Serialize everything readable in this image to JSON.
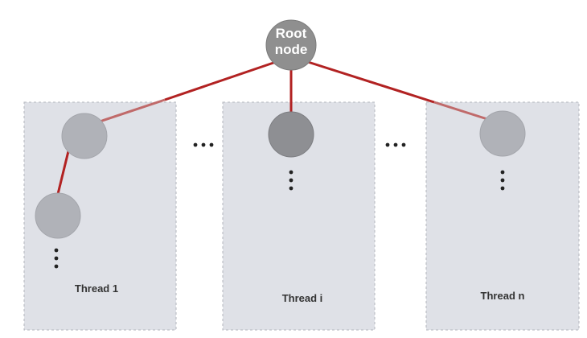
{
  "root": {
    "label_line1": "Root",
    "label_line2": "node"
  },
  "threads": [
    {
      "label": "Thread 1"
    },
    {
      "label": "Thread i"
    },
    {
      "label": "Thread n"
    }
  ],
  "colors": {
    "panel_fill": "#dfe1e7",
    "panel_border": "#b3b6bd",
    "edge": "#b22222",
    "edge_faded": "#c06a6a",
    "node_light": "#b0b2b8",
    "node_dark": "#8e8f93",
    "root_fill": "#8f8f8f"
  }
}
